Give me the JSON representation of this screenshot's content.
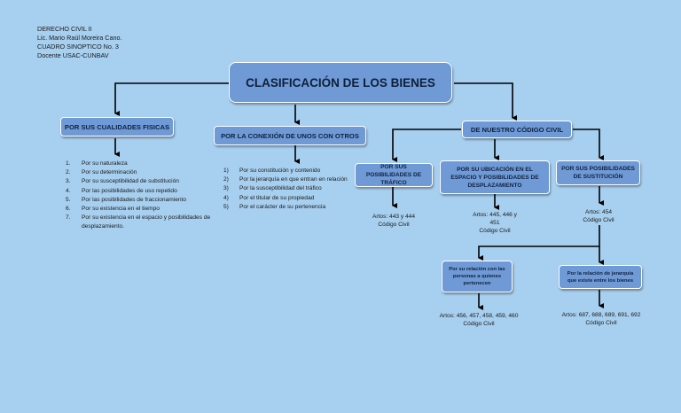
{
  "header": {
    "lines": [
      "DERECHO CIVIL II",
      "Lic. Mario Raúl Moreira Cano.",
      "CUADRO SINOPTICO No. 3",
      "Docente USAC-CUNBAV"
    ]
  },
  "title": "CLASIFICACIÓN DE LOS BIENES",
  "branches": {
    "fisicas": {
      "label": "POR SUS CUALIDADES FISICAS",
      "items": [
        {
          "n": "1.",
          "text": "Por su naturaleza"
        },
        {
          "n": "2.",
          "text": "Por su determinación"
        },
        {
          "n": "3.",
          "text": "Por su susceptibilidad de substitución"
        },
        {
          "n": "4.",
          "text": "Por las posibilidades de uso repetido"
        },
        {
          "n": "5.",
          "text": "Por las posibilidades de fraccionamiento"
        },
        {
          "n": "6.",
          "text": "Por su existencia en el tiempo"
        },
        {
          "n": "7.",
          "text": "Por su existencia en el espacio y posibilidades de desplazamiento."
        }
      ]
    },
    "conexion": {
      "label": "POR LA CONEXIÓN DE UNOS CON OTROS",
      "items": [
        {
          "n": "1)",
          "text": "Por su constitución y contenido"
        },
        {
          "n": "2)",
          "text": "Por la jerarquía en que entran en relación"
        },
        {
          "n": "3)",
          "text": "Por la susceptibilidad del tráfico"
        },
        {
          "n": "4)",
          "text": "Por el titular de su propiedad"
        },
        {
          "n": "5)",
          "text": "Por el carácter de su pertenencia"
        }
      ]
    },
    "codigo": {
      "label": "DE NUESTRO CÓDIGO CIVIL",
      "trafico": {
        "label": "POR SUS POSIBILIDADES DE TRÁFICO",
        "ref1": "Artos: 443 y 444",
        "ref2": "Código Civil"
      },
      "ubicacion": {
        "label": "POR SU UBICACIÓN EN EL ESPACIO Y POSIBILIDADES DE DESPLAZAMIENTO",
        "ref1": "Artos: 445, 446 y",
        "ref2": "451",
        "ref3": "Código Civil"
      },
      "sustitucion": {
        "label": "POR SUS POSIBILIDADES DE SUSTITUCIÓN",
        "ref1": "Artos: 454",
        "ref2": "Código Civil"
      },
      "relacion": {
        "label": "Por su relación con las personas a quienes pertenecen",
        "ref1": "Artos: 456, 457, 458, 459, 460",
        "ref2": "Código Civil"
      },
      "jerarquia": {
        "label": "Por la relación de jerarquía que existe entre los bienes",
        "ref1": "Artos: 687, 688, 689, 691, 692",
        "ref2": "Código Civil"
      }
    }
  }
}
